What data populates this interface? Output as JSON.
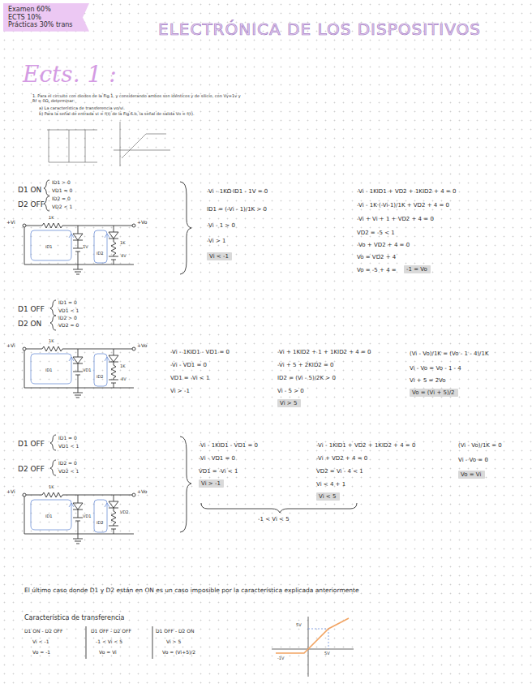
{
  "diagram": {
    "title": "ELECTRÓNICA DE LOS DISPOSITIVOS",
    "nodes": [
      {
        "text": [
          "Examen 60%",
          "ECTS 10%",
          "Prácticas 30% trans"
        ]
      },
      {
        "text": [
          "Vi < -1"
        ]
      },
      {
        "text": [
          "-1 = Vo"
        ]
      },
      {
        "text": [
          "Vi > 5"
        ]
      },
      {
        "text": [
          "Vo = (Vi + 5)/2"
        ]
      },
      {
        "text": [
          "Vi > -1"
        ]
      },
      {
        "text": [
          "Vi < 5"
        ]
      },
      {
        "text": [
          "Vo = Vi"
        ]
      }
    ],
    "labels": [
      "Ects. 1 :",
      "1. Para el circuito con diodos de la Fig.1, y considerando ambos son idénticos y de silicio, con Vγ=1v y Rf = 0Ω, determinar:",
      "a) La característica de transferencia vo/vi.",
      "b) Para la señal de entrada vi = f(t) de la Fig.6.b, la señal de salida Vo = f(t).",
      "D1 ON",
      "ID1 > 0",
      "VD1 = 0",
      "D2 OFF",
      "ID2 = 0",
      "VD2 < 1",
      "1K",
      "+Vi",
      "+Vo",
      "1V",
      "4V",
      "1K",
      "ID1",
      "ID2",
      "-Vi - 1KΩ·ID1 - 1V = 0",
      "ID1 = (-Vi - 1)/1K > 0",
      "-Vi - 1 > 0",
      "-Vi > 1",
      "-Vi - 1KID1 + VD2 + 1KID2 + 4 = 0",
      "-Vi - 1K·(-Vi-1)/1K + VD2 + 4 = 0",
      "-Vi + Vi + 1 + VD2 + 4 = 0",
      "VD2 = -5 < 1",
      "-Vo + VD2 + 4 = 0",
      "Vo = VD2 + 4",
      "Vo = -5 + 4 =",
      "D1 OFF",
      "ID1 = 0",
      "VD1 < 1",
      "D2 ON",
      "ID2 > 0",
      "VD2 = 0",
      "1K",
      "+Vi",
      "+Vo",
      "VD1",
      "1K",
      "4V",
      "ID1",
      "ID2",
      "-Vi - 1KID1 - VD1 = 0",
      "-Vi - VD1 = 0",
      "VD1 = -Vi < 1",
      "Vi > -1",
      "-Vi + 1KID2 + 1 + 1KID2 + 4 = 0",
      "-Vi + 5 + 2KID2 = 0",
      "ID2 = (Vi - 5)/2K > 0",
      "Vi - 5 > 0",
      "(Vi - Vo)/1K = (Vo - 1 - 4)/1K",
      "Vi - Vo = Vo - 1 - 4",
      "Vi + 5 = 2Vo",
      "D1 OFF",
      "ID1 = 0",
      "VD1 < 1",
      "D2 OFF",
      "ID2 = 0",
      "VD2 < 1",
      "1K",
      "+Vi",
      "+Vo",
      "VD1",
      "VD2",
      "ID1",
      "ID2",
      "-Vi - 1KID1 - VD1 = 0",
      "-Vi - VD1 = 0",
      "VD1 = -Vi < 1",
      "-Vi - 1KID1 + VD2 + 1KID2 + 4 = 0",
      "-Vi + VD2 + 4 = 0",
      "VD2 = Vi - 4 < 1",
      "Vi < 4 + 1",
      "(Vi - Vo)/1K = 0",
      "Vi - Vo = 0",
      "-1 < Vi < 5",
      "El último caso donde D1 y D2 están en ON es un caso imposible por la característica explicada anteriormente",
      "Característica de transferencia",
      "D1 ON - D2 OFF",
      "Vi < -1",
      "Vo = -1",
      "D1 OFF - D2 OFF",
      "-1 < Vi < 5",
      "Vo = Vi",
      "D1 OFF - D2 ON",
      "Vi > 5",
      "Vo = (Vi+5)/2",
      "5V",
      "-1V",
      "5V"
    ]
  }
}
